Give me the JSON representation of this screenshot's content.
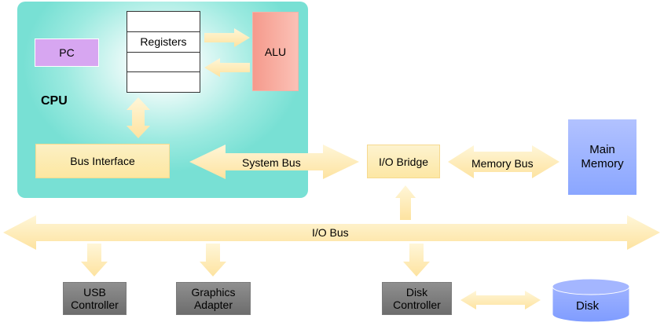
{
  "cpu": {
    "title": "CPU"
  },
  "pc": {
    "label": "PC"
  },
  "registers": {
    "label": "Registers"
  },
  "alu": {
    "label": "ALU"
  },
  "bus_interface": {
    "label": "Bus Interface"
  },
  "system_bus": {
    "label": "System Bus"
  },
  "io_bridge": {
    "label": "I/O Bridge"
  },
  "memory_bus": {
    "label": "Memory Bus"
  },
  "main_memory": {
    "line1": "Main",
    "line2": "Memory"
  },
  "io_bus": {
    "label": "I/O Bus"
  },
  "usb_controller": {
    "line1": "USB",
    "line2": "Controller"
  },
  "graphics_adapter": {
    "line1": "Graphics",
    "line2": "Adapter"
  },
  "disk_controller": {
    "line1": "Disk",
    "line2": "Controller"
  },
  "disk": {
    "label": "Disk"
  },
  "colors": {
    "cpu_panel": "#78e0d4",
    "arrow_fill": "#fde6a4",
    "pc": "#d7a6f1",
    "alu": "#f59a8c",
    "main_memory": "#8aa6ff",
    "device": "#7b7b7b",
    "disk": "#8aa6ff"
  }
}
